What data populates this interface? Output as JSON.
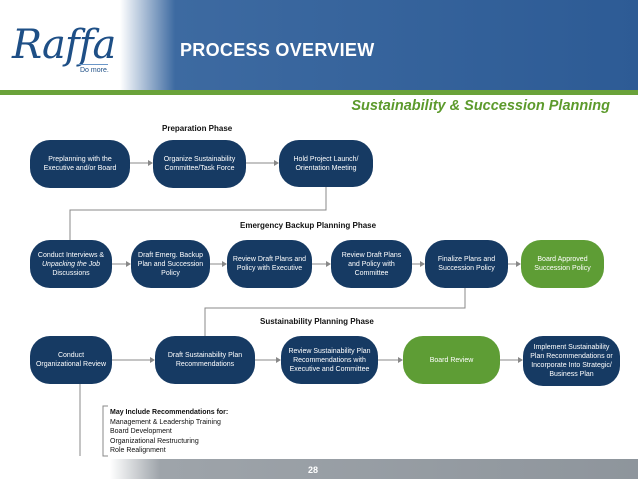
{
  "header": {
    "logo_text": "Raffa",
    "logo_tagline": "Do more.",
    "title": "PROCESS OVERVIEW"
  },
  "subtitle": "Sustainability & Succession Planning",
  "phases": {
    "preparation": "Preparation Phase",
    "emergency": "Emergency Backup Planning Phase",
    "sustainability": "Sustainability Planning Phase"
  },
  "steps": {
    "preplanning": "Preplanning with the Executive and/or Board",
    "organize": "Organize Sustainability Committee/Task Force",
    "launch": "Hold Project Launch/ Orientation Meeting",
    "interviews_1": "Conduct Interviews &",
    "interviews_2": "Unpacking the Job",
    "interviews_3": "Discussions",
    "draft_emerg": "Draft Emerg. Backup Plan and Succession Policy",
    "review_exec": "Review Draft Plans and Policy with Executive",
    "review_committee": "Review Draft Plans and Policy with Committee",
    "finalize": "Finalize Plans and Succession Policy",
    "board_approved": "Board Approved Succession Policy",
    "org_review": "Conduct Organizational Review",
    "draft_sustain": "Draft Sustainability Plan Recommendations",
    "review_sustain": "Review Sustainability Plan Recommendations with Executive and Committee",
    "board_review": "Board Review",
    "implement": "Implement Sustainability Plan Recommendations or Incorporate Into Strategic/ Business Plan"
  },
  "notes": {
    "title": "May Include Recommendations for:",
    "items": [
      "Management & Leadership Training",
      "Board Development",
      "Organizational Restructuring",
      "Role Realignment"
    ]
  },
  "footer": {
    "page_number": "28"
  },
  "colors": {
    "header_blue": "#2d5b95",
    "step_navy": "#163a63",
    "step_green": "#5e9d35",
    "accent_green": "#6aa23a",
    "connector": "#888888"
  }
}
